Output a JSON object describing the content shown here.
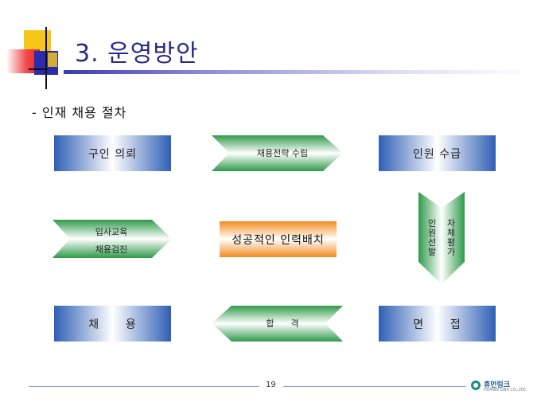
{
  "title": "3. 운영방안",
  "subtitle": "- 인재 채용 절차",
  "boxes": {
    "request": "구인 의뢰",
    "supply": "인원 수급",
    "hire": "채      용",
    "interview": "면      접",
    "center": "성공적인 인력배치"
  },
  "arrows": {
    "strategy": "채용전략 수립",
    "training_line1": "입사교육",
    "training_line2": "채용검진",
    "pass": "합      격",
    "selection_col1": "인원선발",
    "selection_col2": "자체평가"
  },
  "footer": {
    "page_number": "19",
    "logo": "휴먼링크",
    "logo_sub": "HUMAN LINK CO.,LTD."
  }
}
